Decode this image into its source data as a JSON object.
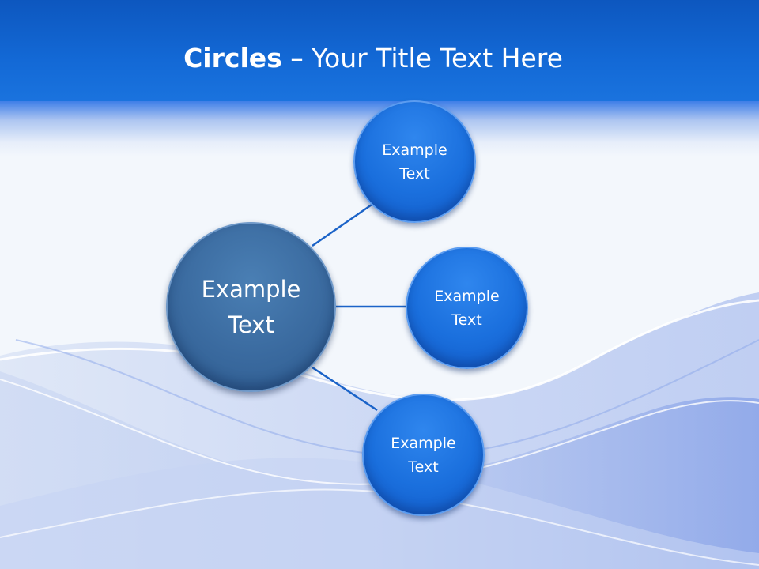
{
  "header": {
    "title_bold": "Circles",
    "title_rest": " – Your Title Text Here"
  },
  "diagram": {
    "center": {
      "line1": "Example",
      "line2": "Text"
    },
    "nodes": [
      {
        "line1": "Example",
        "line2": "Text"
      },
      {
        "line1": "Example",
        "line2": "Text"
      },
      {
        "line1": "Example",
        "line2": "Text"
      }
    ]
  },
  "colors": {
    "header": "#1369d6",
    "center_circle": "#3a6a9f",
    "node_circle": "#1a6fdd",
    "connector": "#1b63c8"
  }
}
